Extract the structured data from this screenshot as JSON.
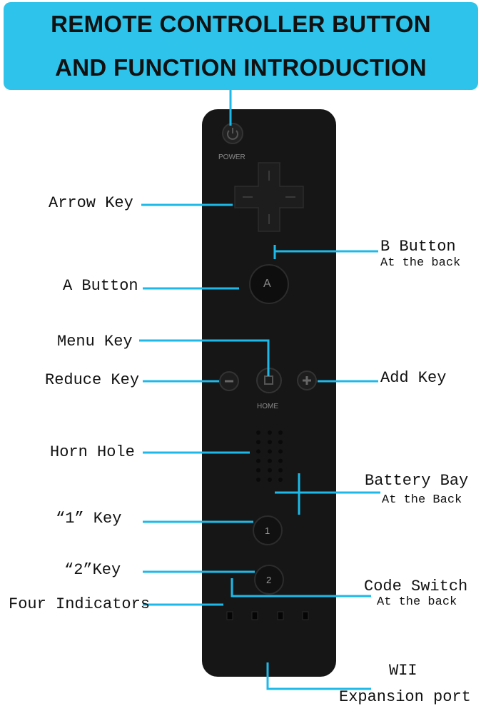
{
  "title": {
    "line1": "REMOTE CONTROLLER  BUTTON",
    "line2": "AND FUNCTION INTRODUCTION"
  },
  "device_text": {
    "power": "POWER",
    "home": "HOME",
    "a": "A",
    "one": "1",
    "two": "2"
  },
  "labels": {
    "arrow_key": "Arrow Key",
    "b_button": "B Button",
    "b_button_sub": "At the back",
    "a_button": "A Button",
    "menu_key": "Menu Key",
    "reduce_key": "Reduce Key",
    "add_key": "Add Key",
    "horn_hole": "Horn Hole",
    "battery_bay": "Battery Bay",
    "battery_bay_sub": "At the Back",
    "key_1": "“1”  Key",
    "key_2": "“2”Key",
    "code_switch": "Code Switch",
    "code_switch_sub": "At the back",
    "four_indicators": "Four Indicators",
    "wii": "WII",
    "expansion_port": "Expansion port"
  },
  "colors": {
    "banner": "#2ec3ea",
    "leader_line": "#1db9e8",
    "controller": "#161616"
  }
}
